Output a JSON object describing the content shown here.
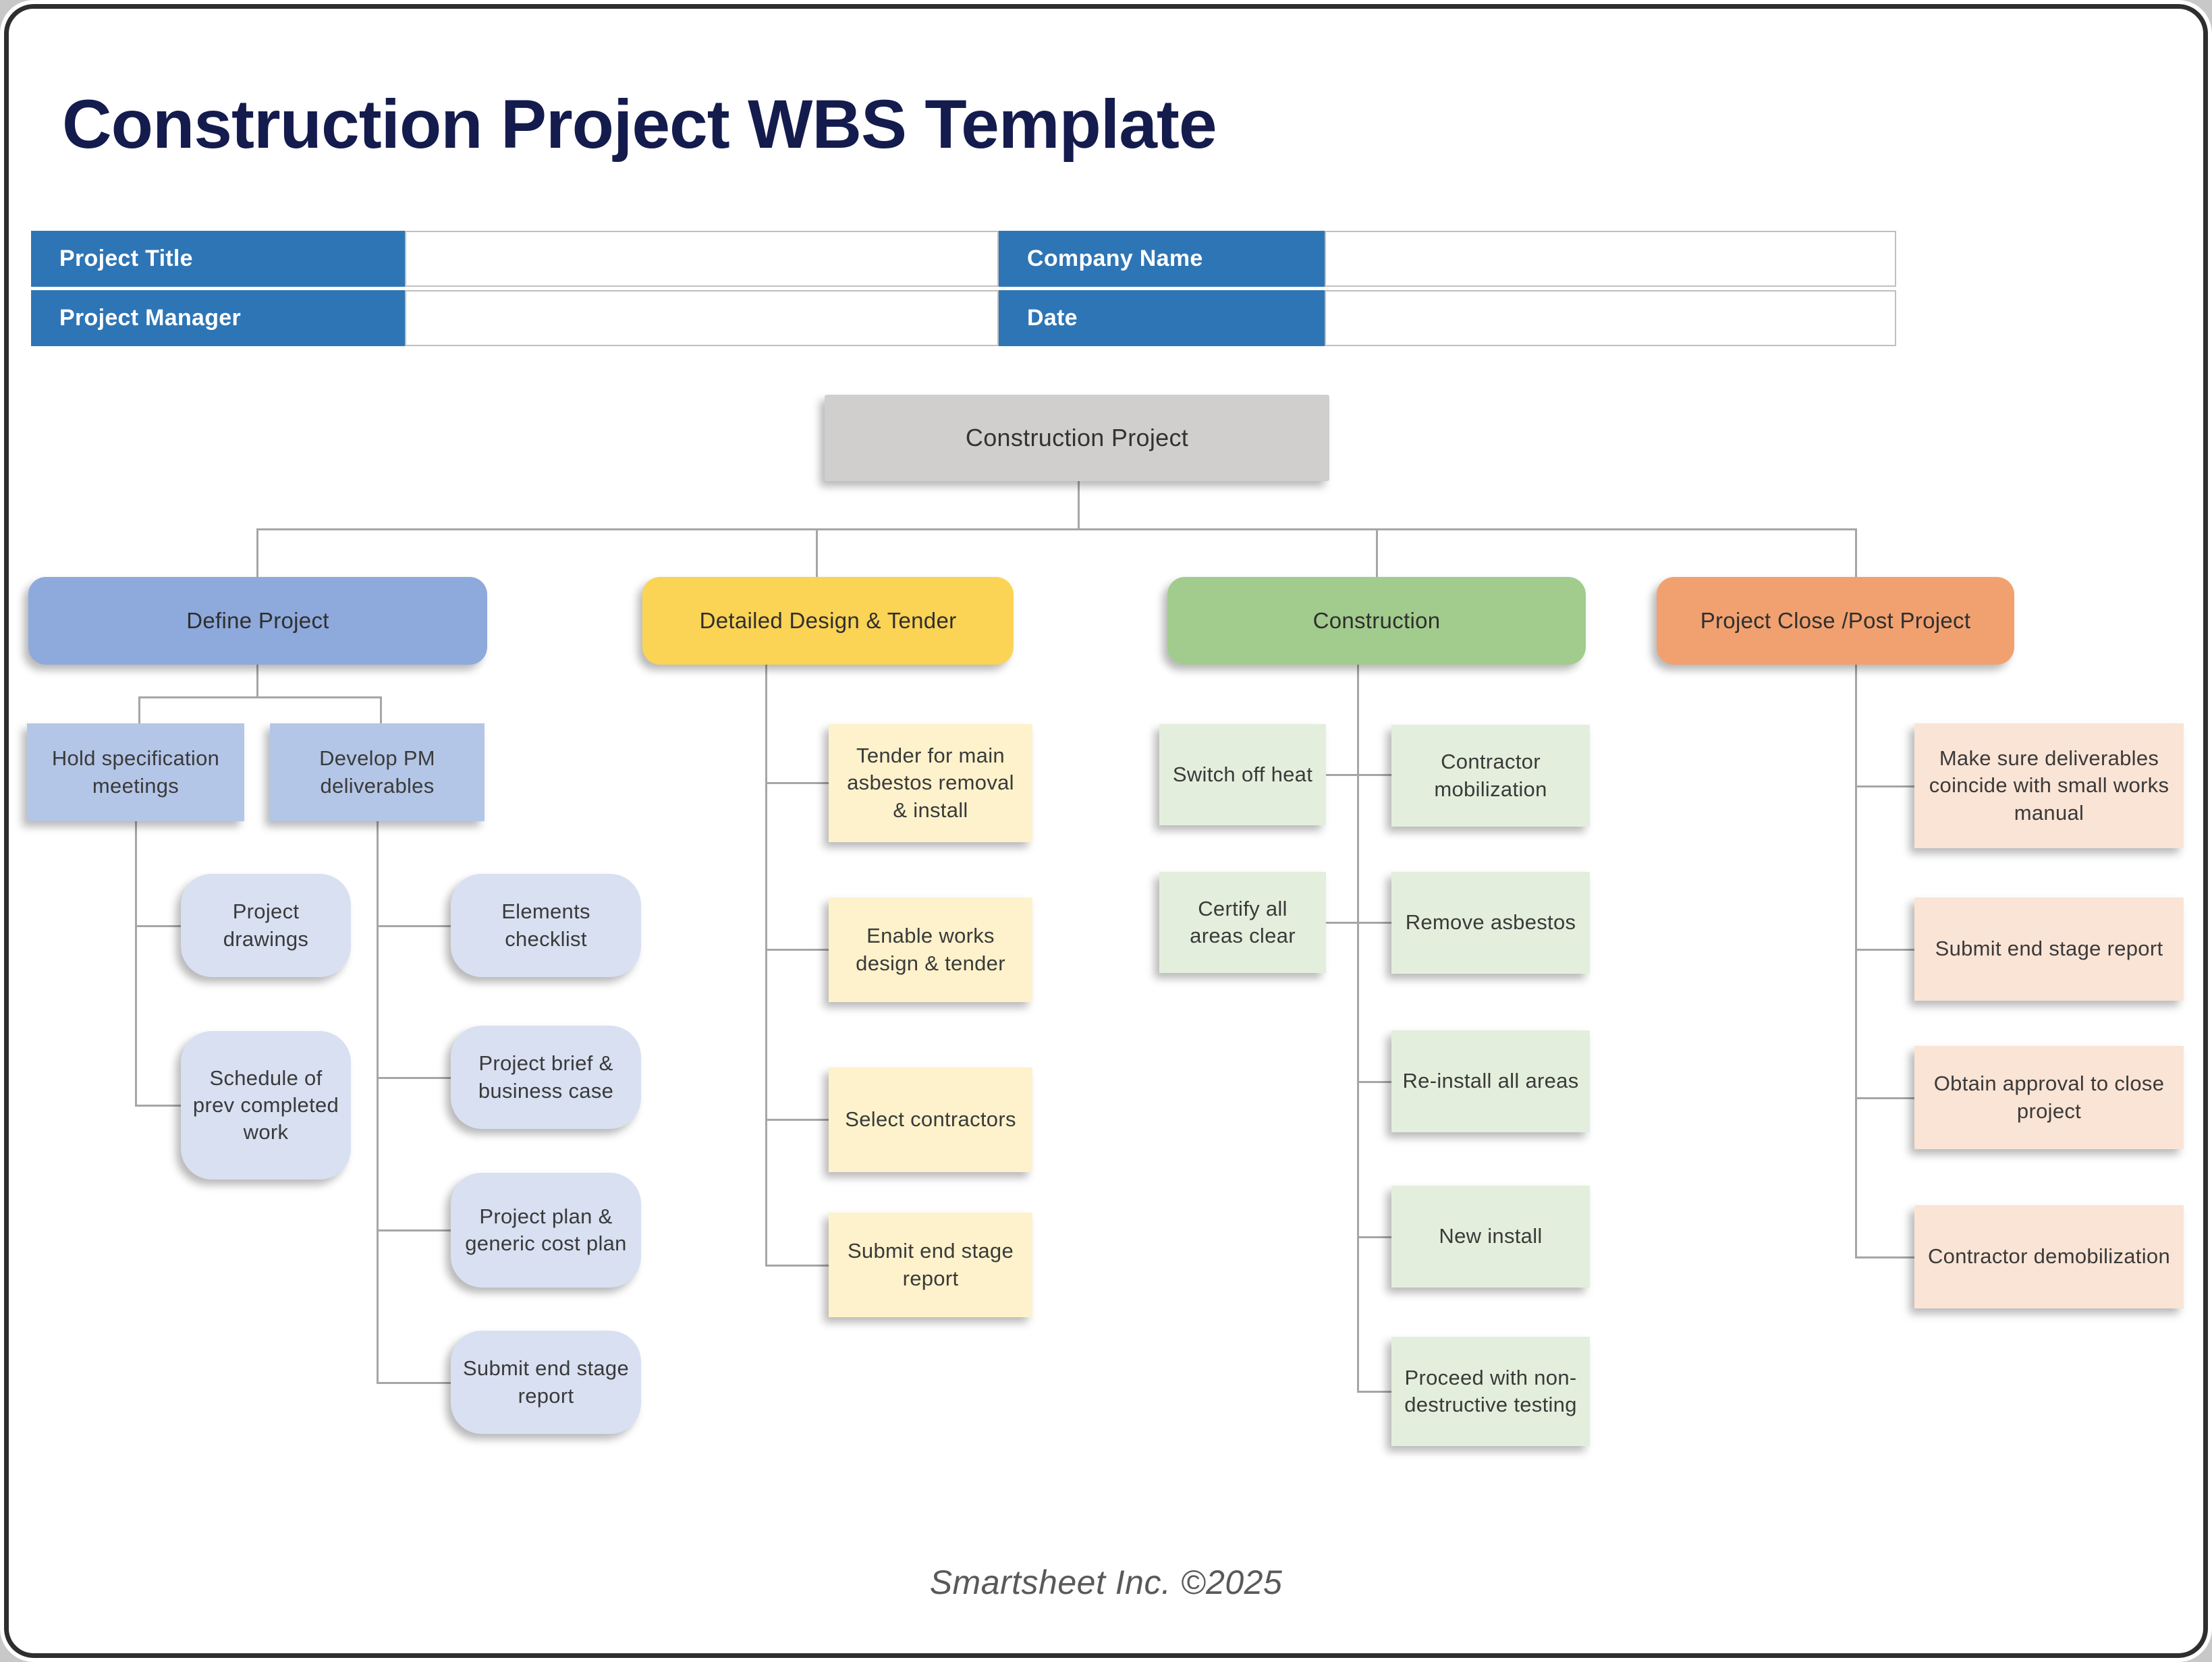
{
  "window": {
    "title": "Construction Project WBS Template",
    "footer": "Smartsheet Inc. ©2025"
  },
  "form": {
    "fields": [
      {
        "label": "Project Title",
        "value": ""
      },
      {
        "label": "Company Name",
        "value": ""
      },
      {
        "label": "Project Manager",
        "value": ""
      },
      {
        "label": "Date",
        "value": ""
      }
    ]
  },
  "tree": {
    "root": "Construction Project",
    "branches": [
      {
        "label": "Define Project",
        "color": "#8EA9DB",
        "children": [
          {
            "label": "Hold specification meetings",
            "children": [
              {
                "label": "Project drawings"
              },
              {
                "label": "Schedule of prev completed work"
              }
            ]
          },
          {
            "label": "Develop PM deliverables",
            "children": [
              {
                "label": "Elements checklist"
              },
              {
                "label": "Project brief & business case"
              },
              {
                "label": "Project plan & generic cost plan"
              },
              {
                "label": "Submit end stage report"
              }
            ]
          }
        ]
      },
      {
        "label": "Detailed Design & Tender",
        "color": "#FBD355",
        "children": [
          {
            "label": "Tender for main asbestos removal & install"
          },
          {
            "label": "Enable works design & tender"
          },
          {
            "label": "Select contractors"
          },
          {
            "label": "Submit end stage report"
          }
        ]
      },
      {
        "label": "Construction",
        "color": "#A2CC8D",
        "children": [
          {
            "label": "Switch off heat"
          },
          {
            "label": "Certify all areas clear"
          },
          {
            "label": "Contractor mobilization"
          },
          {
            "label": "Remove asbestos"
          },
          {
            "label": "Re-install all areas"
          },
          {
            "label": "New install"
          },
          {
            "label": "Proceed with non-destructive testing"
          }
        ]
      },
      {
        "label": "Project Close /Post Project",
        "color": "#F1A16F",
        "children": [
          {
            "label": "Make sure deliverables coincide with small works manual"
          },
          {
            "label": "Submit end stage report"
          },
          {
            "label": "Obtain approval to close project"
          },
          {
            "label": "Contractor demobilization"
          }
        ]
      }
    ]
  },
  "colors": {
    "title_text": "#141B4D",
    "table_header_bg": "#2E75B5",
    "root_bg": "#D1CFCE",
    "connector": "#A6A6A6",
    "define_header_bg": "#8EA9DB",
    "define_child_bg": "#B4C6E7",
    "define_leaf_bg": "#D8E0F2",
    "design_header_bg": "#FBD355",
    "design_child_bg": "#FDF2CB",
    "construction_header_bg": "#A2CC8D",
    "construction_child_bg": "#E3EFDC",
    "close_header_bg": "#F1A16F",
    "close_child_bg": "#FAE4D5",
    "footer_text": "#595959"
  }
}
